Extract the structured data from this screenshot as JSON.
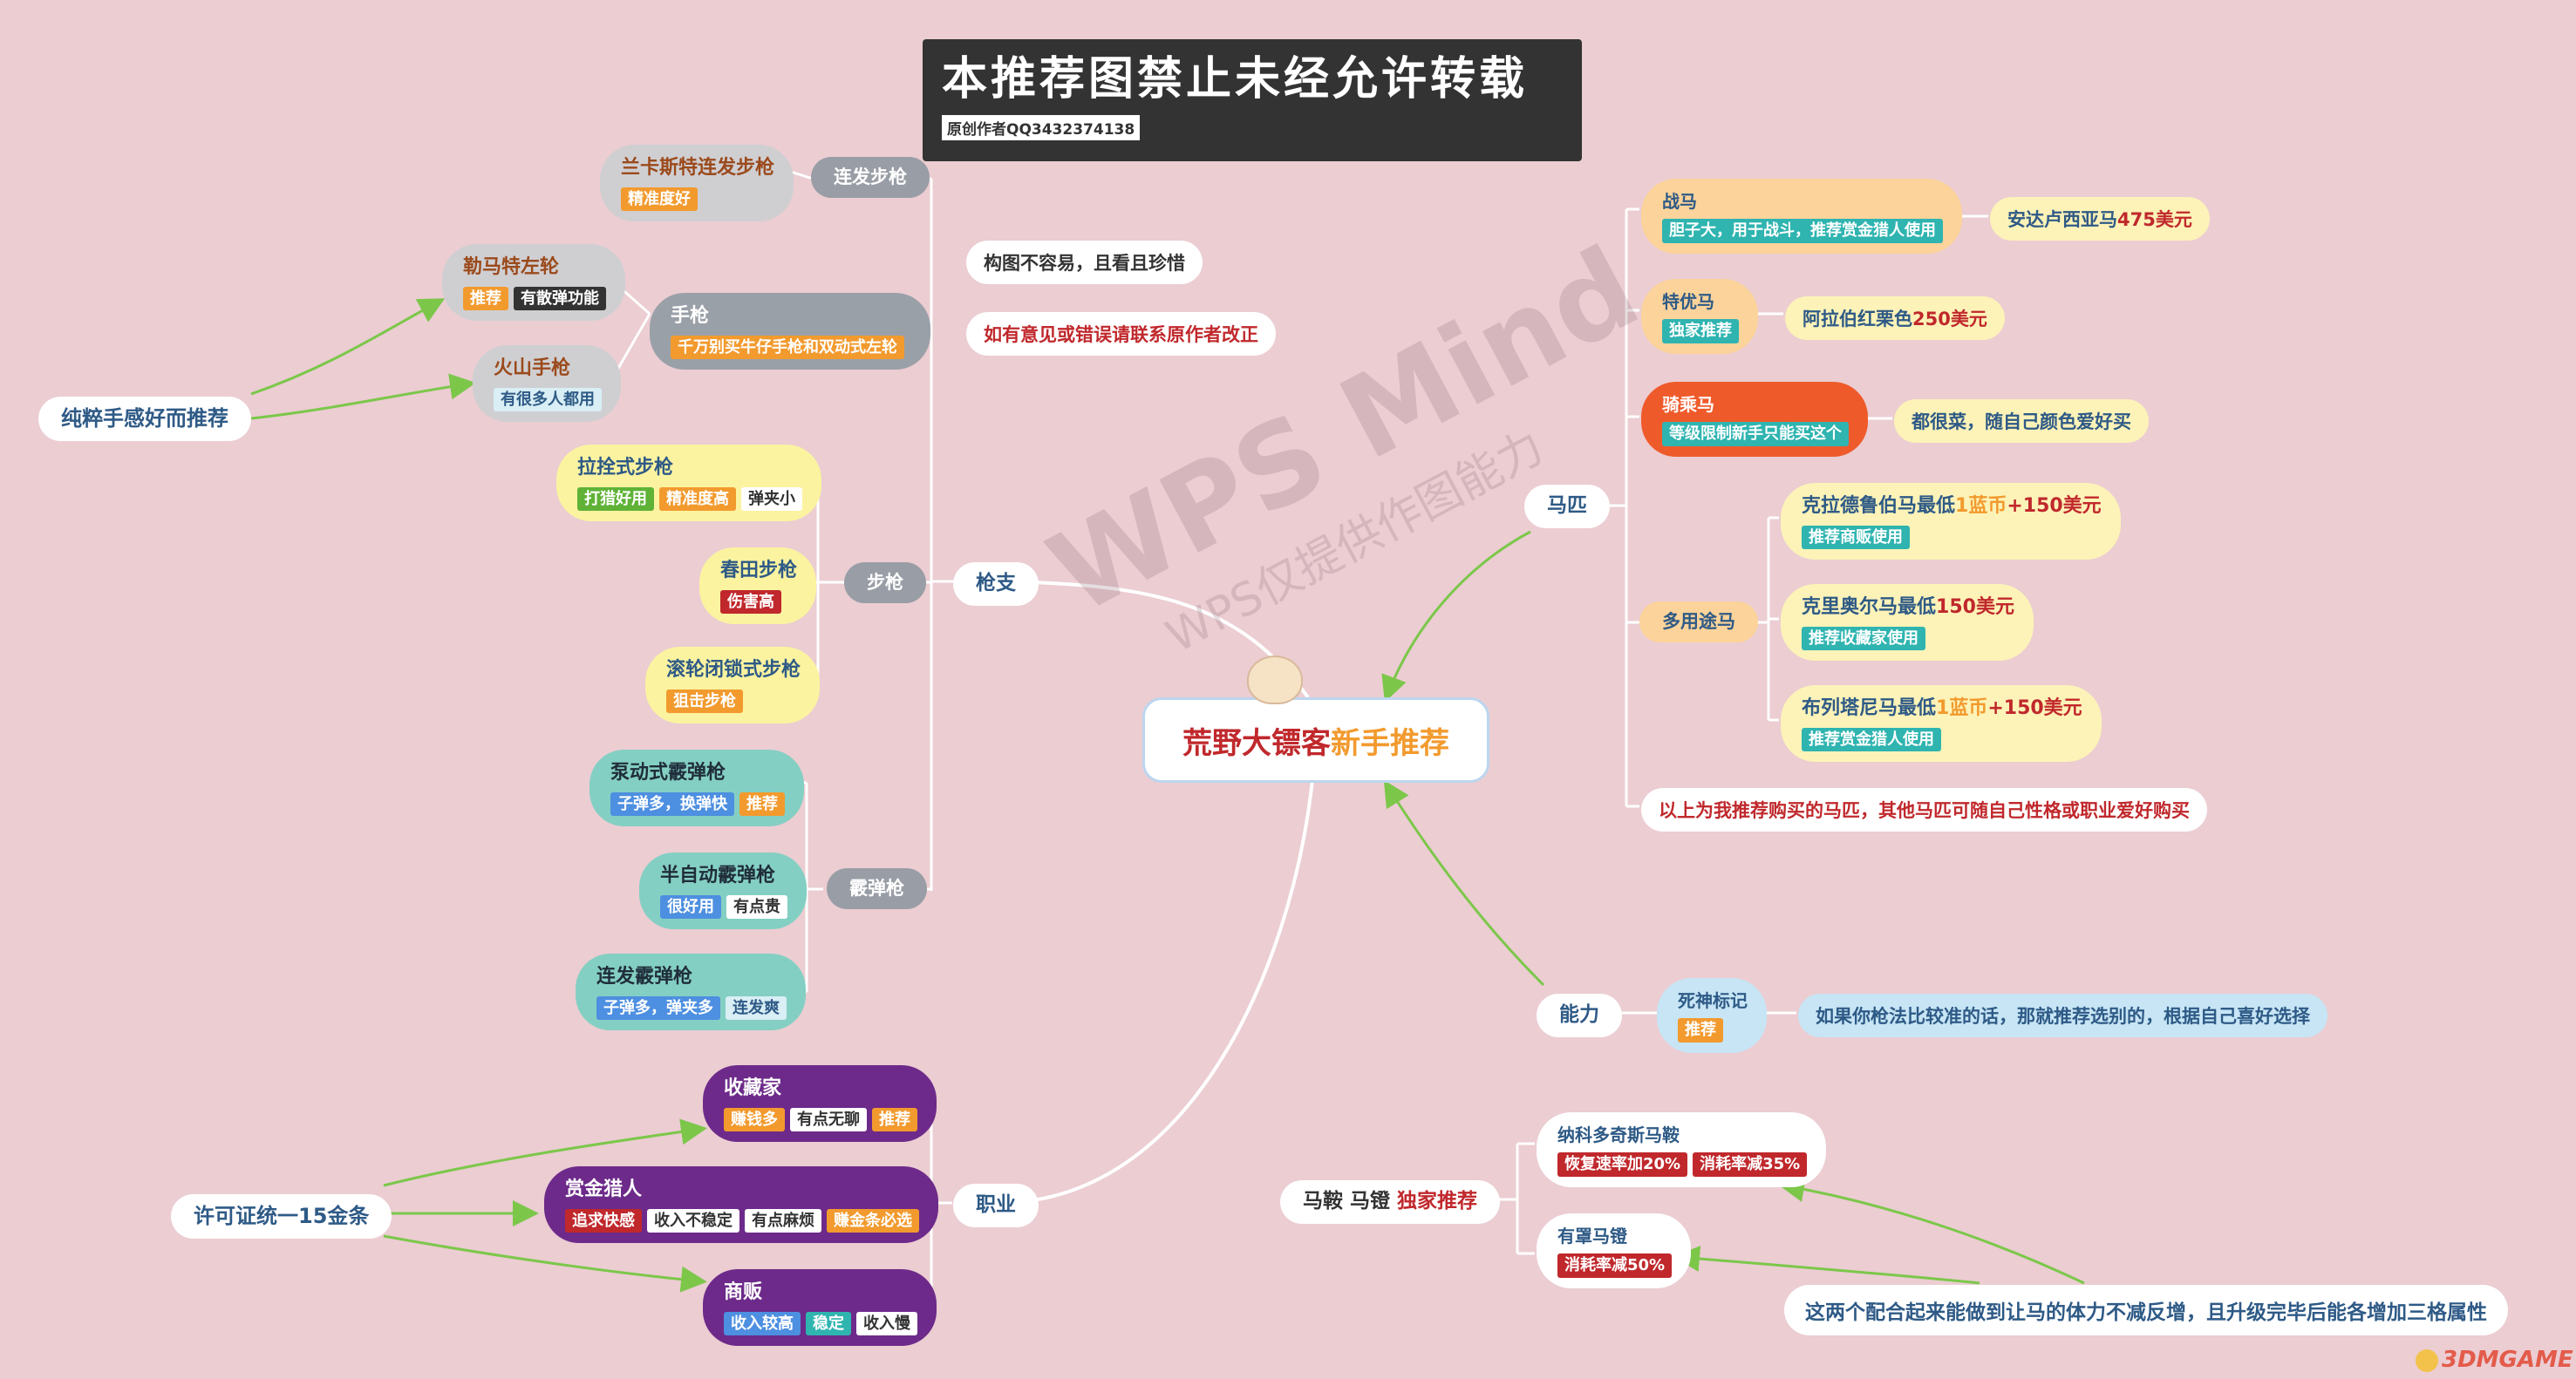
{
  "banner": {
    "title": "本推荐图禁止未经允许转载",
    "author": "原创作者QQ3432374138"
  },
  "watermark": {
    "logo": "WPS Mind",
    "sub": "WPS仅提供作图能力"
  },
  "center": {
    "prefix": "荒野大镖客",
    "suffix": "新手推荐"
  },
  "notes": {
    "cherish": "构图不容易，且看且珍惜",
    "contact": "如有意见或错误请联系原作者改正"
  },
  "guns": {
    "label": "枪支",
    "repeater": {
      "label": "连发步枪",
      "lancaster": {
        "title": "兰卡斯特连发步枪",
        "tags": [
          "精准度好"
        ]
      }
    },
    "pistol": {
      "label": "手枪",
      "hint": "千万别买牛仔手枪和双动式左轮",
      "lemat": {
        "title": "勒马特左轮",
        "tags": [
          "推荐",
          "有散弹功能"
        ]
      },
      "volcanic": {
        "title": "火山手枪",
        "tags": [
          "有很多人都用"
        ]
      },
      "feel": "纯粹手感好而推荐"
    },
    "rifle": {
      "label": "步枪",
      "bolt": {
        "title": "拉拴式步枪",
        "tags": [
          "打猎好用",
          "精准度高",
          "弹夹小"
        ]
      },
      "springfield": {
        "title": "春田步枪",
        "tags": [
          "伤害高"
        ]
      },
      "rolling": {
        "title": "滚轮闭锁式步枪",
        "tags": [
          "狙击步枪"
        ]
      }
    },
    "shotgun": {
      "label": "霰弹枪",
      "pump": {
        "title": "泵动式霰弹枪",
        "tags": [
          "子弹多，换弹快",
          "推荐"
        ]
      },
      "semi": {
        "title": "半自动霰弹枪",
        "tags": [
          "很好用",
          "有点贵"
        ]
      },
      "repeat": {
        "title": "连发霰弹枪",
        "tags": [
          "子弹多，弹夹多",
          "连发爽"
        ]
      }
    }
  },
  "jobs": {
    "label": "职业",
    "license": "许可证统一15金条",
    "collector": {
      "title": "收藏家",
      "tags": [
        "赚钱多",
        "有点无聊",
        "推荐"
      ]
    },
    "bounty": {
      "title": "赏金猎人",
      "tags": [
        "追求快感",
        "收入不稳定",
        "有点麻烦",
        "赚金条必选"
      ]
    },
    "trader": {
      "title": "商贩",
      "tags": [
        "收入较高",
        "稳定",
        "收入慢"
      ]
    }
  },
  "horses": {
    "label": "马匹",
    "war": {
      "title": "战马",
      "tags": [
        "胆子大，用于战斗，推荐赏金猎人使用"
      ],
      "note_pre": "安达卢西亚马",
      "note_price": "475美元"
    },
    "elite": {
      "title": "特优马",
      "tags": [
        "独家推荐"
      ],
      "note_pre": "阿拉伯红栗色",
      "note_price": "250美元"
    },
    "riding": {
      "title": "骑乘马",
      "tags": [
        "等级限制新手只能买这个"
      ],
      "note": "都很菜，随自己颜色爱好买"
    },
    "multi": {
      "label": "多用途马",
      "kladruber": {
        "pre": "克拉德鲁伯马最低",
        "mid": "1蓝币",
        "price": "+150美元",
        "tags": [
          "推荐商贩使用"
        ]
      },
      "criollo": {
        "pre": "克里奥尔马最低",
        "price": "150美元",
        "tags": [
          "推荐收藏家使用"
        ]
      },
      "breton": {
        "pre": "布列塔尼马最低",
        "mid": "1蓝币",
        "price": "+150美元",
        "tags": [
          "推荐赏金猎人使用"
        ]
      }
    },
    "footer": "以上为我推荐购买的马匹，其他马匹可随自己性格或职业爱好购买"
  },
  "ability": {
    "label": "能力",
    "item": {
      "title": "死神标记",
      "tags": [
        "推荐"
      ]
    },
    "note": "如果你枪法比较准的话，那就推荐选别的，根据自己喜好选择"
  },
  "saddle": {
    "label_pre": "马鞍 马镫",
    "label_hl": "独家推荐",
    "nakos": {
      "title": "纳科多奇斯马鞍",
      "tags": [
        "恢复速率加20%",
        "消耗率减35%"
      ]
    },
    "hooded": {
      "title": "有罩马镫",
      "tags": [
        "消耗率减50%"
      ]
    },
    "note": "这两个配合起来能做到让马的体力不减反增，且升级完毕后能各增加三格属性"
  },
  "corner_logo": "3DMGAME",
  "colors": {
    "bg": "#ebcdd2",
    "banner": "#333333",
    "accent_red": "#c0282c",
    "accent_orange": "#f29a2e",
    "line_green": "#7cc74a"
  }
}
